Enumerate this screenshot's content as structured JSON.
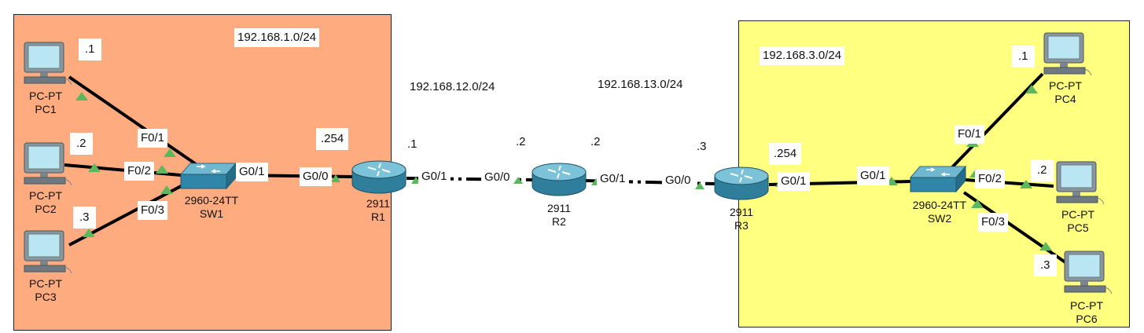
{
  "zones": {
    "left": {
      "subnet": "192.168.1.0/24",
      "color": "#ffab80"
    },
    "right": {
      "subnet": "192.168.3.0/24",
      "color": "#ffff80"
    }
  },
  "wan_subnets": {
    "r1_r2": "192.168.12.0/24",
    "r2_r3": "192.168.13.0/24"
  },
  "devices": {
    "pc1": {
      "type": "PC-PT",
      "name": "PC1",
      "ip": ".1"
    },
    "pc2": {
      "type": "PC-PT",
      "name": "PC2",
      "ip": ".2"
    },
    "pc3": {
      "type": "PC-PT",
      "name": "PC3",
      "ip": ".3"
    },
    "sw1": {
      "type": "2960-24TT",
      "name": "SW1"
    },
    "r1": {
      "type": "2911",
      "name": "R1",
      "ip_lan": ".254",
      "ip_wan": ".1"
    },
    "r2": {
      "type": "2911",
      "name": "R2",
      "ip_left": ".2",
      "ip_right": ".2"
    },
    "r3": {
      "type": "2911",
      "name": "R3",
      "ip_wan": ".3",
      "ip_lan": ".254"
    },
    "sw2": {
      "type": "2960-24TT",
      "name": "SW2"
    },
    "pc4": {
      "type": "PC-PT",
      "name": "PC4",
      "ip": ".1"
    },
    "pc5": {
      "type": "PC-PT",
      "name": "PC5",
      "ip": ".2"
    },
    "pc6": {
      "type": "PC-PT",
      "name": "PC6",
      "ip": ".3"
    }
  },
  "ports": {
    "sw1_f01": "F0/1",
    "sw1_f02": "F0/2",
    "sw1_f03": "F0/3",
    "sw1_g01": "G0/1",
    "r1_g00": "G0/0",
    "r1_g01": "G0/1",
    "r2_g00": "G0/0",
    "r2_g01": "G0/1",
    "r3_g00": "G0/0",
    "r3_g01": "G0/1",
    "sw2_g01": "G0/1",
    "sw2_f01": "F0/1",
    "sw2_f02": "F0/2",
    "sw2_f03": "F0/3"
  },
  "colors": {
    "link_up": "#5cb85c",
    "router": "#3f8fa8",
    "switch": "#2f86a8",
    "cable": "#000000"
  }
}
